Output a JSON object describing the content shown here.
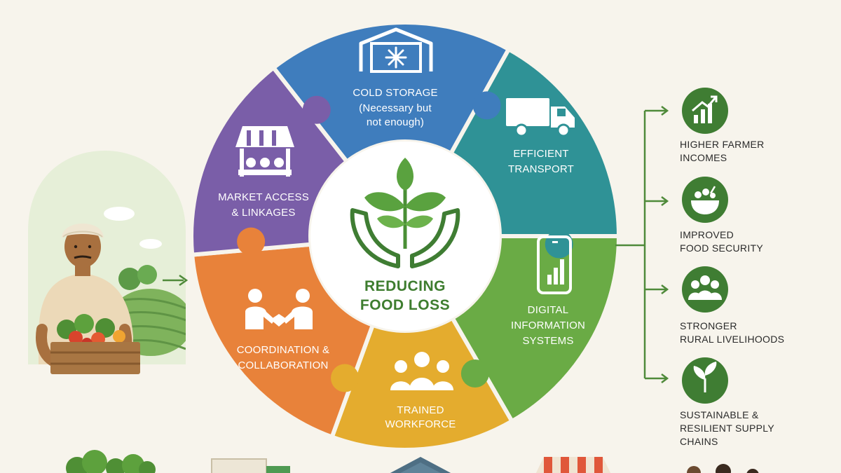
{
  "center": {
    "title_lines": [
      "REDUCING",
      "FOOD LOSS"
    ],
    "icon": "hands-holding-plant-icon"
  },
  "segments": [
    {
      "id": "cold-storage",
      "lines": [
        "COLD STORAGE",
        "(Necessary but",
        "not enough)"
      ],
      "color": "#3f7dbd",
      "icon": "snowflake-warehouse-icon"
    },
    {
      "id": "efficient-transport",
      "lines": [
        "EFFICIENT",
        "TRANSPORT"
      ],
      "color": "#2f9296",
      "icon": "truck-icon"
    },
    {
      "id": "digital-information-systems",
      "lines": [
        "DIGITAL",
        "INFORMATION",
        "SYSTEMS"
      ],
      "color": "#6aab45",
      "icon": "smartphone-chart-icon"
    },
    {
      "id": "trained-workforce",
      "lines": [
        "TRAINED",
        "WORKFORCE"
      ],
      "color": "#e4ac2e",
      "icon": "group-people-icon"
    },
    {
      "id": "coordination-collaboration",
      "lines": [
        "COORDINATION &",
        "COLLABORATION"
      ],
      "color": "#e8823a",
      "icon": "handshake-icon"
    },
    {
      "id": "market-access-linkages",
      "lines": [
        "MARKET ACCESS",
        "& LINKAGES"
      ],
      "color": "#7a5ea8",
      "icon": "market-stall-icon"
    }
  ],
  "outcomes": [
    {
      "id": "higher-farmer-incomes",
      "lines": [
        "HIGHER FARMER",
        "INCOMES"
      ],
      "icon": "rising-chart-icon"
    },
    {
      "id": "improved-food-security",
      "lines": [
        "IMPROVED",
        "FOOD SECURITY"
      ],
      "icon": "food-bowl-icon"
    },
    {
      "id": "stronger-rural-livelihoods",
      "lines": [
        "STRONGER",
        "RURAL LIVELIHOODS"
      ],
      "icon": "community-icon"
    },
    {
      "id": "sustainable-resilient-supply-chains",
      "lines": [
        "SUSTAINABLE &",
        "RESILIENT SUPPLY",
        "CHAINS"
      ],
      "icon": "leaf-icon"
    }
  ],
  "colors": {
    "background": "#f7f4ec",
    "outcome_circle": "#3f7d33",
    "connector": "#4f8a3a",
    "center_text": "#3e7d2f"
  },
  "illustrations": [
    "farmer-with-vegetable-crate",
    "bottom-strip-vegetables-truck-warehouse-market"
  ]
}
